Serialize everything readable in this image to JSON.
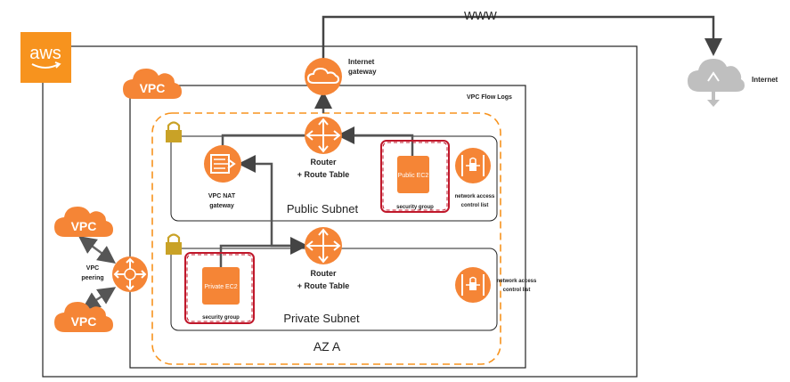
{
  "brand": {
    "logo_text": "aws",
    "accent": "#f7931e",
    "orange": "#f58536",
    "border": "#222222"
  },
  "labels": {
    "www": "WWW",
    "internet": "Internet",
    "igw_line1": "Internet",
    "igw_line2": "gateway",
    "vpc_flow_logs": "VPC Flow Logs",
    "vpc": "VPC",
    "router_top_1": "Router",
    "router_top_2": "+ Route Table",
    "router_bot_1": "Router",
    "router_bot_2": "+ Route Table",
    "nat_1": "VPC NAT",
    "nat_2": "gateway",
    "public_ec2": "Public EC2",
    "private_ec2": "Private EC2",
    "security_group_pub": "security group",
    "security_group_priv": "security group",
    "nacl_pub_1": "network access",
    "nacl_pub_2": "control list",
    "nacl_priv_1": "network access",
    "nacl_priv_2": "control list",
    "public_subnet": "Public Subnet",
    "private_subnet": "Private Subnet",
    "az": "AZ A",
    "vpc_peering_1": "VPC",
    "vpc_peering_2": "peering",
    "vpc_left_top": "VPC",
    "vpc_left_bottom": "VPC"
  },
  "icons": [
    "aws-logo",
    "vpc-cloud-icon",
    "internet-gateway-icon",
    "internet-cloud-icon",
    "router-icon",
    "nat-gateway-icon",
    "ec2-instance-icon",
    "nacl-icon",
    "lock-icon",
    "vpc-peering-icon"
  ]
}
